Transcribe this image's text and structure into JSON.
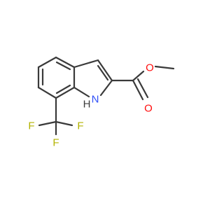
{
  "diagram": {
    "colors": {
      "bond": "#3a3a3a",
      "oxygen": "#ff0d0d",
      "nitrogen": "#3050f8",
      "hydrogen": "#3a3a3a",
      "fluorine": "#b3b300"
    },
    "labels": {
      "o_methoxy": "O",
      "o_carbonyl": "O",
      "nitrogen": "N",
      "hydrogen": "H",
      "fluorine_1": "F",
      "fluorine_2": "F",
      "fluorine_3": "F"
    }
  }
}
